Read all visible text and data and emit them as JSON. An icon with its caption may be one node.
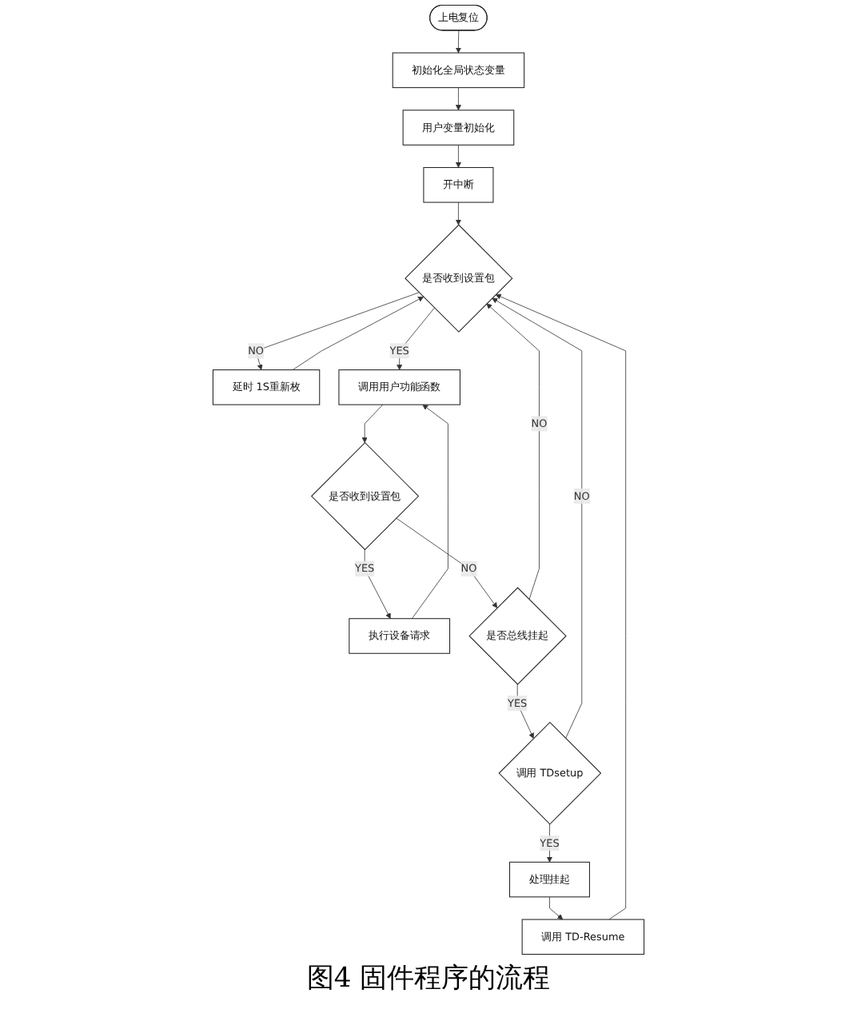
{
  "diagram": {
    "caption": "图4 固件程序的流程",
    "nodes": [
      {
        "text": [
          "上电复位"
        ]
      },
      {
        "text": [
          "初始化全局状态变量"
        ]
      },
      {
        "text": [
          "用户变量初始化"
        ]
      },
      {
        "text": [
          "开中断"
        ]
      },
      {
        "text": [
          "是否收到设置包"
        ]
      },
      {
        "text": [
          "延时 1S重新枚"
        ]
      },
      {
        "text": [
          "调用用户功能函数"
        ]
      },
      {
        "text": [
          "是否收到设置包"
        ]
      },
      {
        "text": [
          "执行设备请求"
        ]
      },
      {
        "text": [
          "是否总线挂起"
        ]
      },
      {
        "text": [
          "调用 TDsetup"
        ]
      },
      {
        "text": [
          "处理挂起"
        ]
      },
      {
        "text": [
          "调用 TD-Resume"
        ]
      }
    ],
    "edges": [
      {
        "from": 0,
        "to": 1,
        "arrow": "to"
      },
      {
        "from": 1,
        "to": 2,
        "arrow": "to"
      },
      {
        "from": 2,
        "to": 3,
        "arrow": "to"
      },
      {
        "from": 3,
        "to": 4,
        "arrow": "to"
      },
      {
        "from": 4,
        "to": 5,
        "arrow": "to",
        "label": "NO"
      },
      {
        "from": 5,
        "to": 4,
        "arrow": "to"
      },
      {
        "from": 4,
        "to": 6,
        "arrow": "to",
        "label": "YES"
      },
      {
        "from": 6,
        "to": 7,
        "arrow": "to"
      },
      {
        "from": 7,
        "to": 8,
        "arrow": "to",
        "label": "YES"
      },
      {
        "from": 8,
        "to": 6,
        "arrow": "to"
      },
      {
        "from": 7,
        "to": 9,
        "arrow": "to",
        "label": "NO"
      },
      {
        "from": 9,
        "to": 10,
        "arrow": "to",
        "label": "YES"
      },
      {
        "from": 10,
        "to": 11,
        "arrow": "to",
        "label": "YES"
      },
      {
        "from": 11,
        "to": 12,
        "arrow": "to"
      },
      {
        "from": 9,
        "to": 4,
        "arrow": "to",
        "label": "NO"
      },
      {
        "from": 10,
        "to": 4,
        "arrow": "to",
        "label": "NO"
      },
      {
        "from": 12,
        "to": 4,
        "arrow": "to"
      }
    ]
  }
}
